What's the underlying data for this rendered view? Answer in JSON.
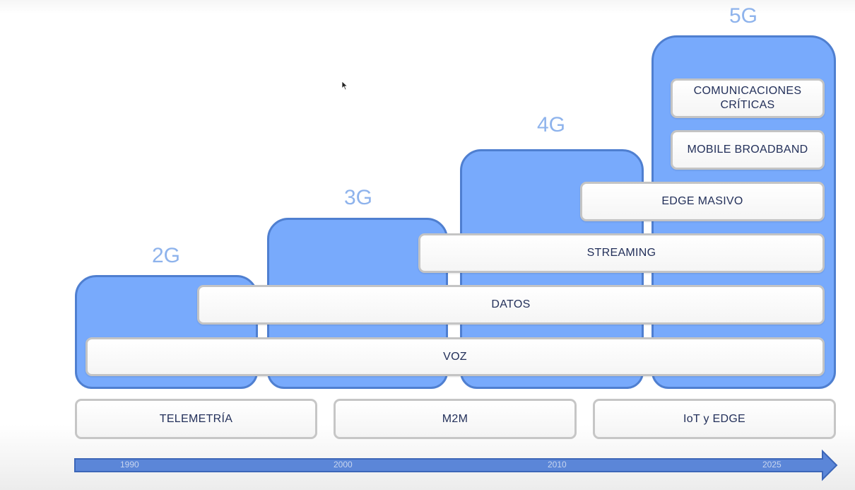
{
  "generations": [
    {
      "label": "2G"
    },
    {
      "label": "3G"
    },
    {
      "label": "4G"
    },
    {
      "label": "5G"
    }
  ],
  "bars": {
    "comunicaciones": "COMUNICACIONES\nCRÍTICAS",
    "mobile_broadband": "MOBILE BROADBAND",
    "edge_masivo": "EDGE MASIVO",
    "streaming": "STREAMING",
    "datos": "DATOS",
    "voz": "VOZ"
  },
  "bottom": [
    "TELEMETRÍA",
    "M2M",
    "IoT y EDGE"
  ],
  "timeline": {
    "years": [
      "1990",
      "2000",
      "2010",
      "2025"
    ]
  },
  "colors": {
    "generation_fill": "#78aafc",
    "generation_border": "#4f7fd0",
    "label": "#8eb3ec",
    "arrow": "#5b86d8",
    "text": "#23305a"
  }
}
